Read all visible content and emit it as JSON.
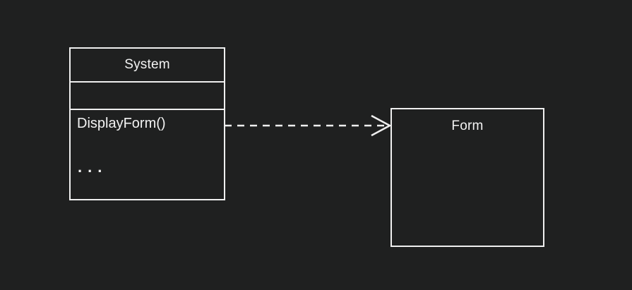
{
  "colors": {
    "background": "#1f2020",
    "stroke": "#efefef",
    "text": "#f3f3f3"
  },
  "system_class": {
    "title": "System",
    "attributes_compartment": "",
    "method": "DisplayForm()",
    "more_label": "..."
  },
  "form_class": {
    "title": "Form"
  },
  "connector": {
    "style": "dashed",
    "arrowhead": "open",
    "direction": "right"
  }
}
